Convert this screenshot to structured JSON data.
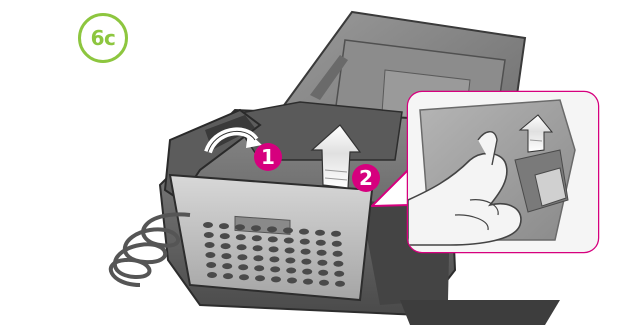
{
  "step_badge": {
    "label": "6c"
  },
  "callouts": [
    {
      "number": "1"
    },
    {
      "number": "2"
    }
  ],
  "colors": {
    "badge_accent": "#8dc63f",
    "callout_fill": "#d6007e",
    "zoom_border": "#d6007e",
    "device_body": "#6f6f6f",
    "device_dark": "#3d3d3d",
    "device_light": "#bfbfbf",
    "skin": "#f4f4f4"
  },
  "icons": [
    "rotate-arrow-icon",
    "up-arrow-icon"
  ]
}
